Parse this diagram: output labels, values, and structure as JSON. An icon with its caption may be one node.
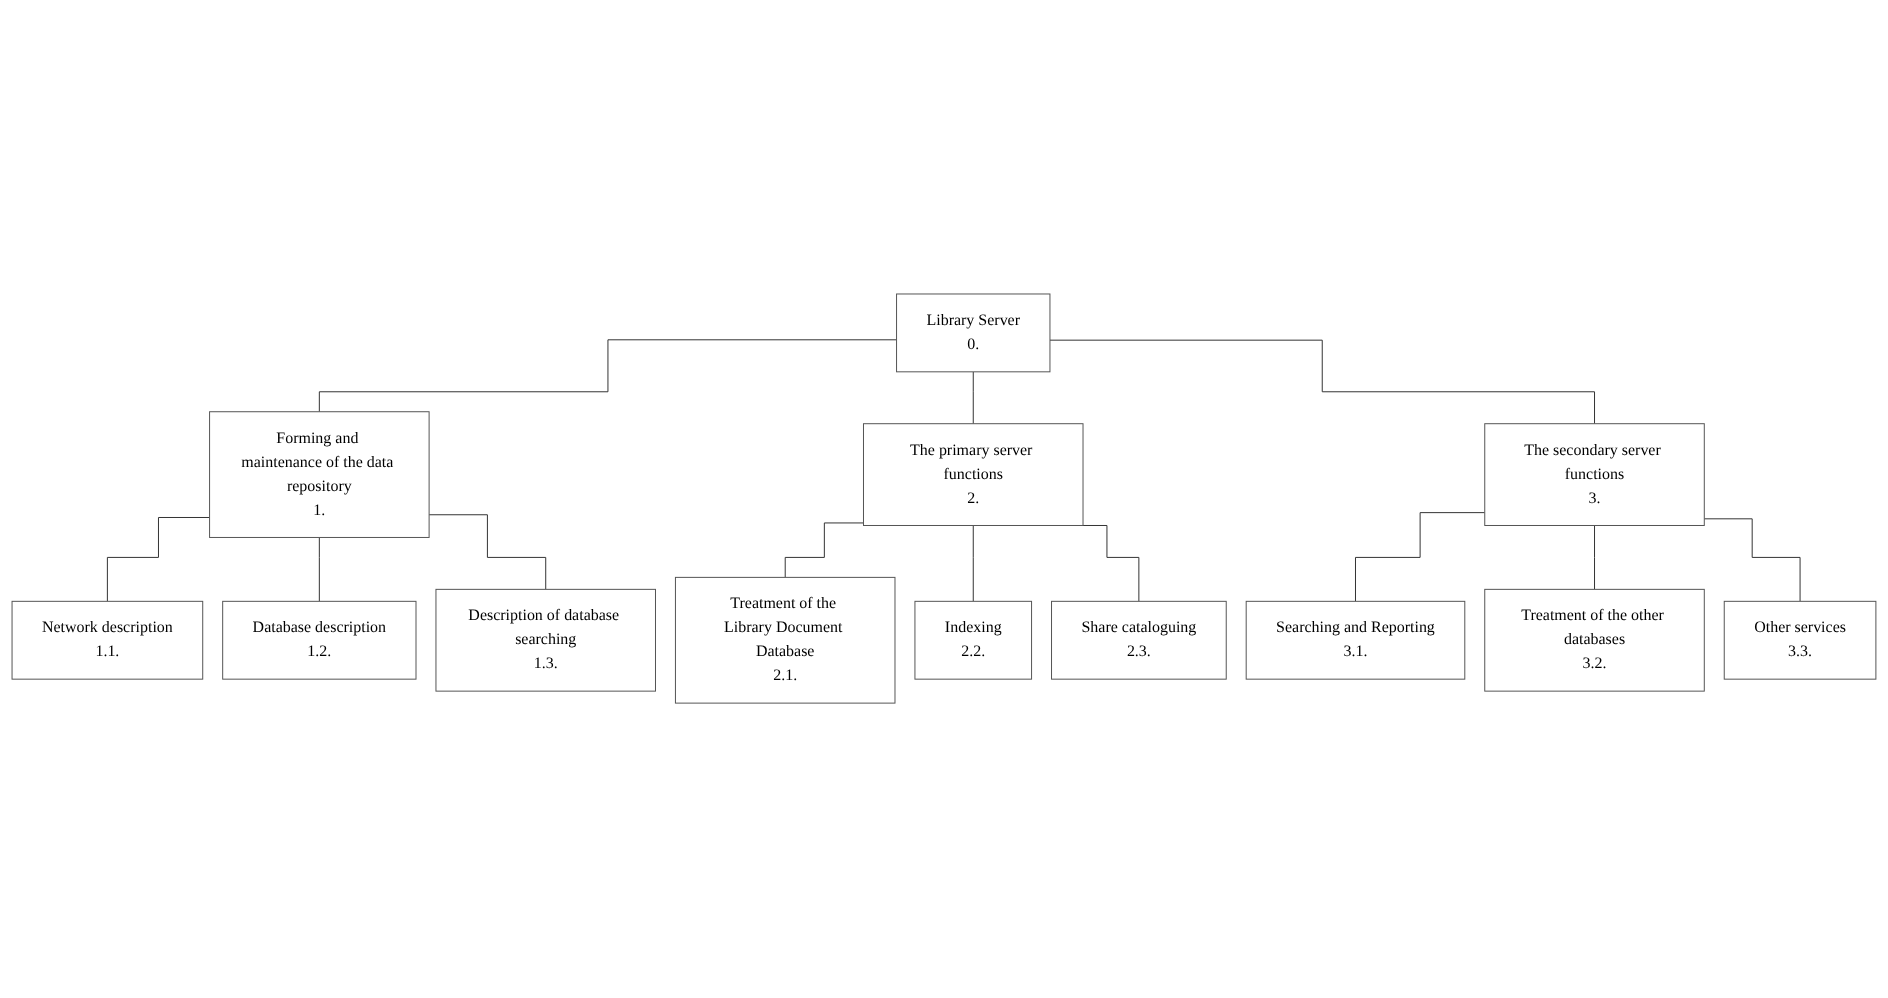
{
  "diagram": {
    "nodes": [
      {
        "text": [
          "Library Server",
          "0."
        ]
      },
      {
        "text": [
          "Forming and maintenance of the data repository",
          "1."
        ]
      },
      {
        "text": [
          "The primary server functions",
          "2."
        ]
      },
      {
        "text": [
          "The secondary server functions",
          "3."
        ]
      },
      {
        "text": [
          "Network description",
          "1.1."
        ]
      },
      {
        "text": [
          "Database description",
          "1.2."
        ]
      },
      {
        "text": [
          "Description of database searching",
          "1.3."
        ]
      },
      {
        "text": [
          "Treatment of the Library Document Database",
          "2.1."
        ]
      },
      {
        "text": [
          "Indexing",
          "2.2."
        ]
      },
      {
        "text": [
          "Share cataloguing",
          "2.3."
        ]
      },
      {
        "text": [
          "Searching and Reporting",
          "3.1."
        ]
      },
      {
        "text": [
          "Treatment of the other databases",
          "3.2."
        ]
      },
      {
        "text": [
          "Other services",
          "3.3."
        ]
      }
    ],
    "edges": [
      {
        "from": 0,
        "to": 1,
        "arrow": "none"
      },
      {
        "from": 0,
        "to": 2,
        "arrow": "none"
      },
      {
        "from": 0,
        "to": 3,
        "arrow": "none"
      },
      {
        "from": 1,
        "to": 4,
        "arrow": "none"
      },
      {
        "from": 1,
        "to": 5,
        "arrow": "none"
      },
      {
        "from": 1,
        "to": 6,
        "arrow": "none"
      },
      {
        "from": 2,
        "to": 7,
        "arrow": "none"
      },
      {
        "from": 2,
        "to": 8,
        "arrow": "none"
      },
      {
        "from": 2,
        "to": 9,
        "arrow": "none"
      },
      {
        "from": 3,
        "to": 10,
        "arrow": "none"
      },
      {
        "from": 3,
        "to": 11,
        "arrow": "none"
      },
      {
        "from": 3,
        "to": 12,
        "arrow": "none"
      }
    ]
  }
}
